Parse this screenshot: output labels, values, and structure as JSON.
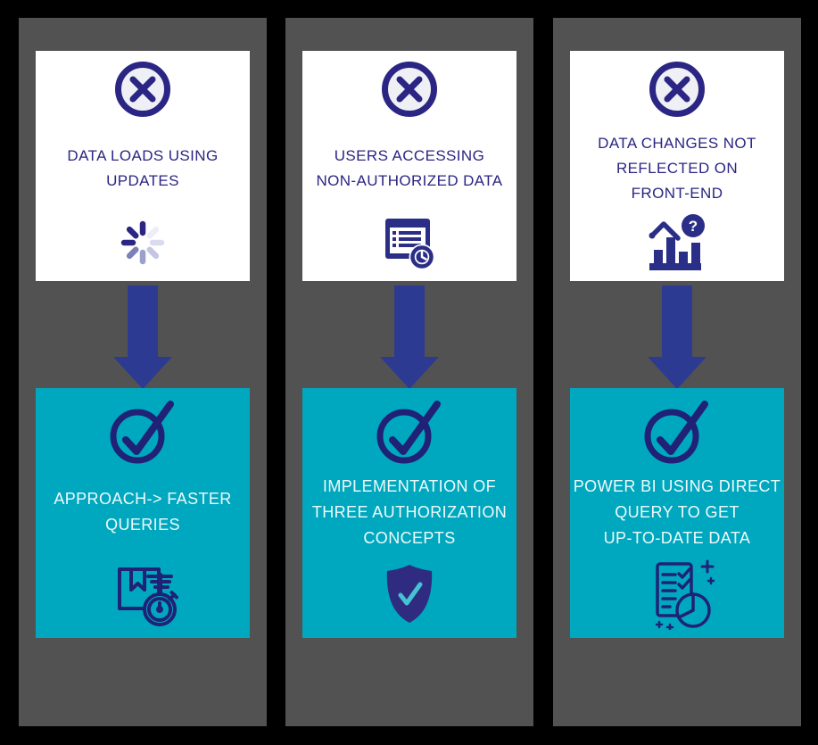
{
  "colors": {
    "background": "#000000",
    "panel": "#525252",
    "card_white": "#ffffff",
    "teal": "#00a8bf",
    "navy": "#2b2583",
    "dark_navy": "#1f2277",
    "arrow_blue": "#2d3a92",
    "light_text": "#eff9fb",
    "x_circle_fill": "#eef0f6",
    "shield_check_teal": "#45c3d5"
  },
  "columns": [
    {
      "problem": {
        "title": "DATA LOADS USING\nUPDATES",
        "status_icon": "error-x-circle-icon",
        "subject_icon": "loading-spinner-icon"
      },
      "connector_icon": "down-arrow",
      "solution": {
        "title": "APPROACH-> FASTER\nQUERIES",
        "status_icon": "success-check-circle-icon",
        "subject_icon": "book-stopwatch-icon"
      }
    },
    {
      "problem": {
        "title": "USERS ACCESSING\nNON-AUTHORIZED DATA",
        "status_icon": "error-x-circle-icon",
        "subject_icon": "report-clock-icon"
      },
      "connector_icon": "down-arrow",
      "solution": {
        "title": "IMPLEMENTATION OF\nTHREE AUTHORIZATION\nCONCEPTS",
        "status_icon": "success-check-circle-icon",
        "subject_icon": "shield-check-icon"
      }
    },
    {
      "problem": {
        "title": "DATA CHANGES NOT\nREFLECTED ON\nFRONT-END",
        "status_icon": "error-x-circle-icon",
        "subject_icon": "chart-question-icon"
      },
      "connector_icon": "down-arrow",
      "solution": {
        "title": "POWER BI USING DIRECT\nQUERY TO GET\nUP-TO-DATE DATA",
        "status_icon": "success-check-circle-icon",
        "subject_icon": "report-pie-chart-icon"
      }
    }
  ]
}
